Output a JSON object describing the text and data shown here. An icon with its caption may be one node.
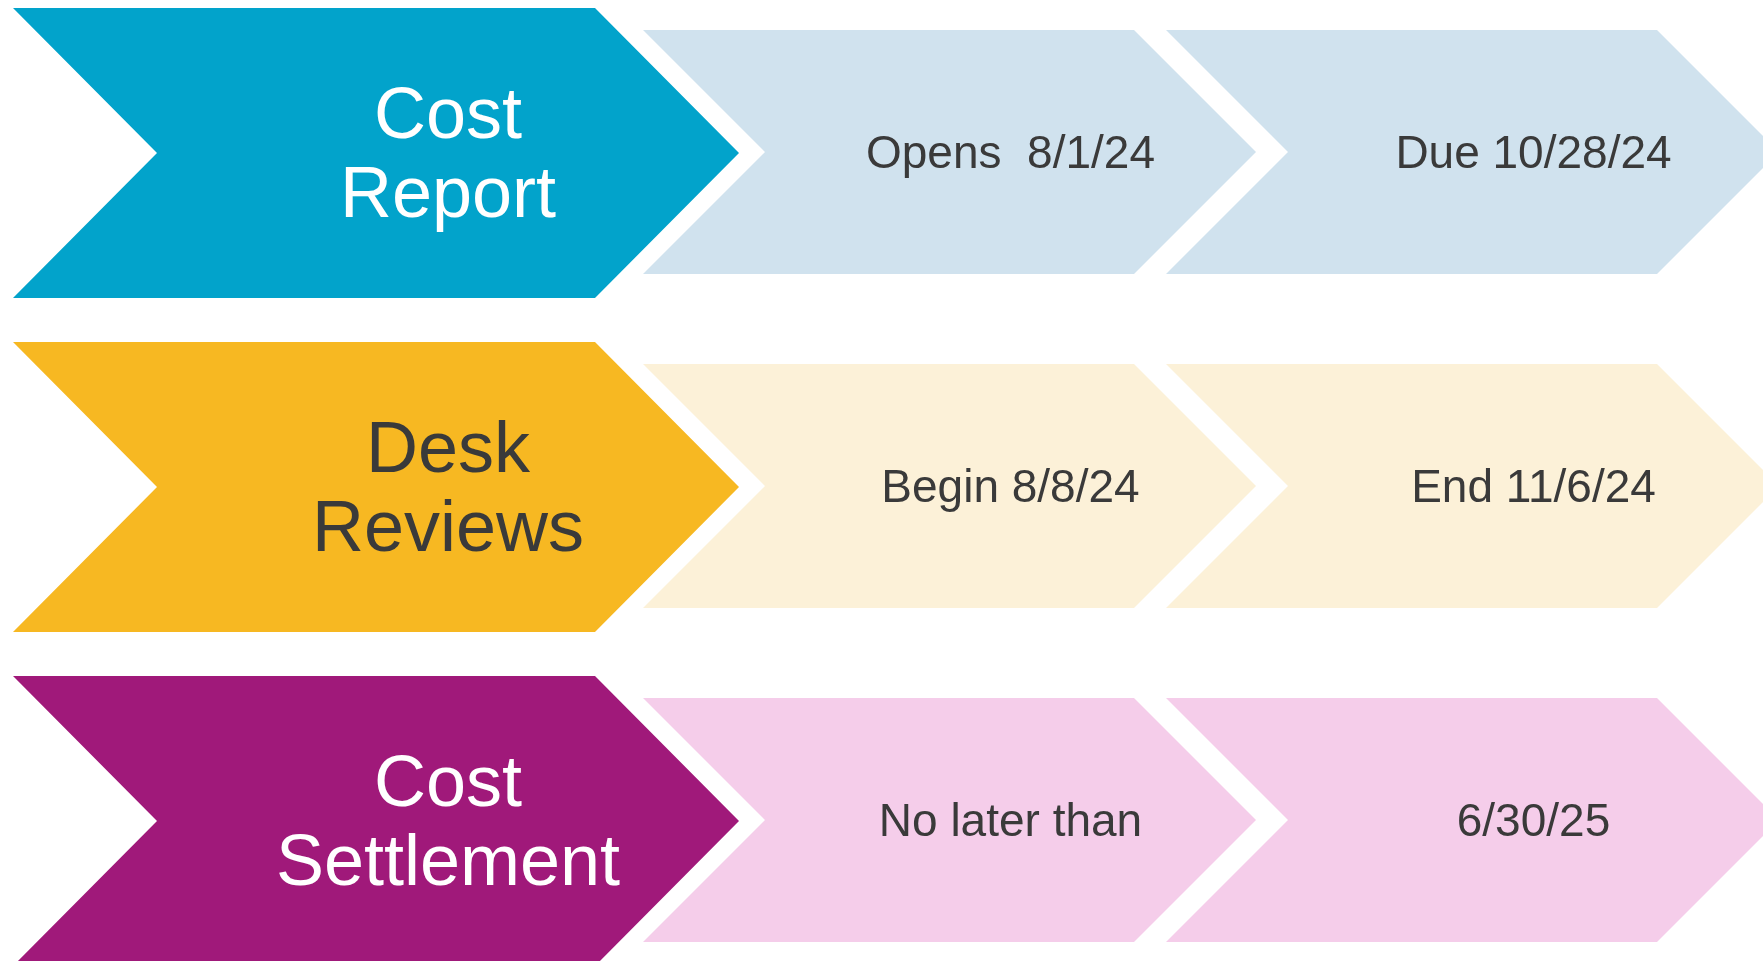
{
  "diagram": {
    "nodes": [
      {
        "text": [
          "Cost Report"
        ]
      },
      {
        "text": [
          "Opens  8/1/24"
        ]
      },
      {
        "text": [
          "Due 10/28/24"
        ]
      },
      {
        "text": [
          "Desk Reviews"
        ]
      },
      {
        "text": [
          "Begin 8/8/24"
        ]
      },
      {
        "text": [
          "End 11/6/24"
        ]
      },
      {
        "text": [
          "Cost Settlement"
        ]
      },
      {
        "text": [
          "No later than"
        ]
      },
      {
        "text": [
          "6/30/25"
        ]
      }
    ],
    "edges": []
  }
}
